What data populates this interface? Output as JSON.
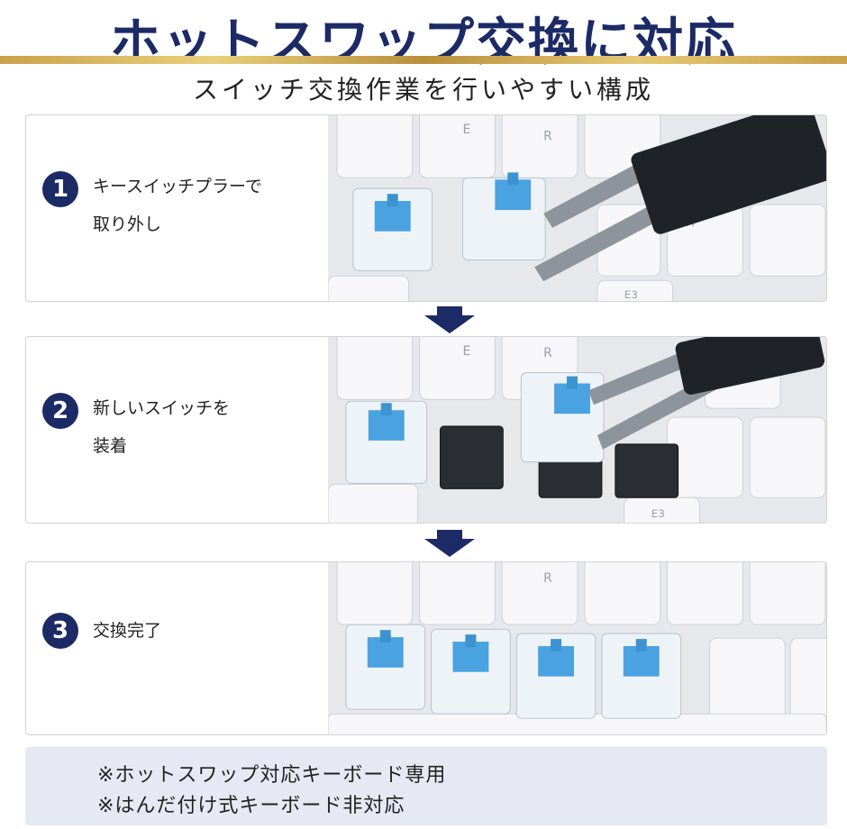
{
  "header": {
    "title": "ホットスワップ交換に対応",
    "subtitle": "スイッチ交換作業を行いやすい構成"
  },
  "steps": [
    {
      "number": "1",
      "lines": [
        "キースイッチプラーで",
        "取り外し"
      ]
    },
    {
      "number": "2",
      "lines": [
        "新しいスイッチを",
        "装着"
      ]
    },
    {
      "number": "3",
      "lines": [
        "交換完了"
      ]
    }
  ],
  "photo_keycap_legends": {
    "step1": [
      "E",
      "R",
      "H",
      "E3"
    ],
    "step2": [
      "E",
      "R",
      "E3"
    ],
    "step3": [
      "R"
    ]
  },
  "notes": [
    "※ホットスワップ対応キーボード専用",
    "※はんだ付け式キーボード非対応"
  ],
  "colors": {
    "navy": "#1c2a66",
    "gold": "#c9a24a",
    "switch_blue": "#4aa3e0",
    "note_bg": "#e6e8f3"
  }
}
